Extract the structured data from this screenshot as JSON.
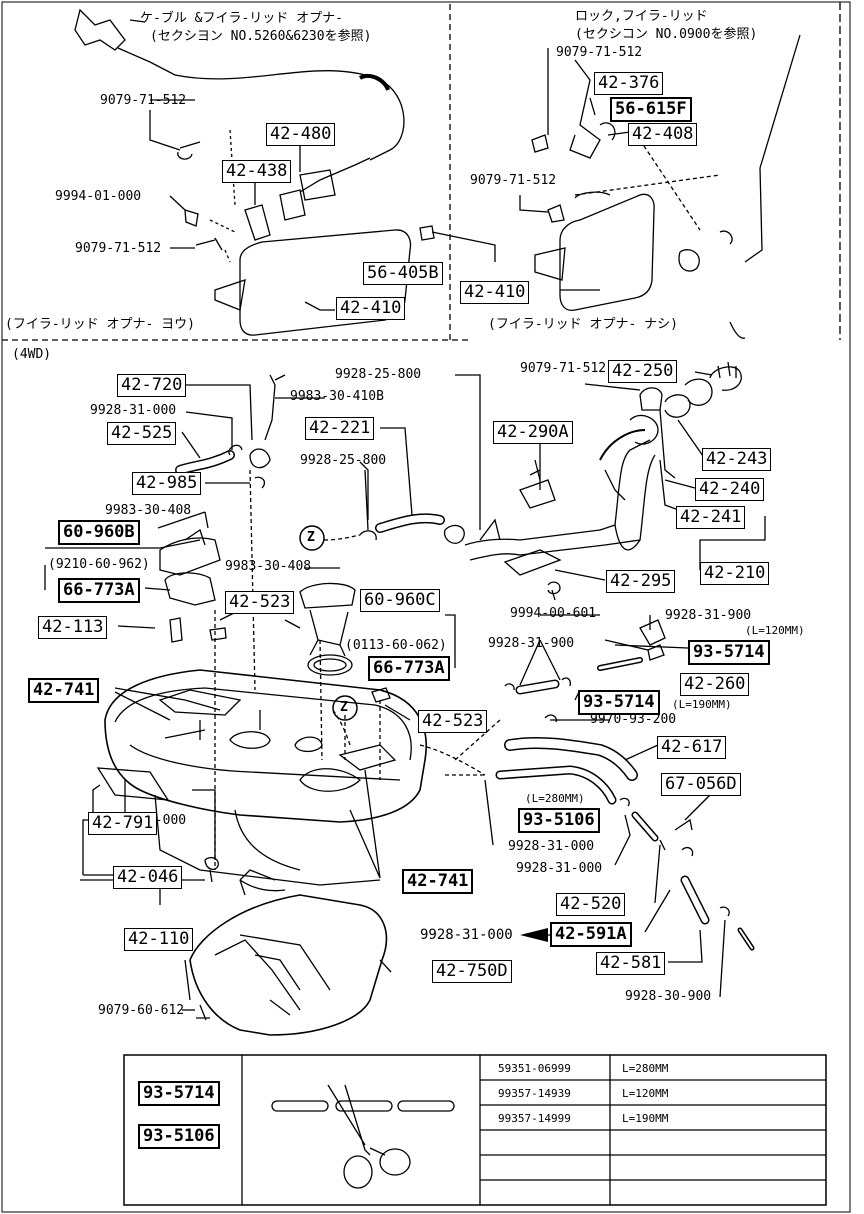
{
  "top_left": {
    "note_line1": "ケ-ブル &フイラ-リッド オプナ-",
    "note_line2": "(セクシヨン NO.5260&6230を参照)",
    "caption": "(フイラ-リッド オプナ- ヨウ)",
    "labels": [
      "9079-71-512",
      "9994-01-000",
      "9079-71-512"
    ],
    "boxes": [
      "42-480",
      "42-438",
      "56-405B",
      "42-410"
    ]
  },
  "top_right": {
    "note_line1": "ロック,フイラ-リッド",
    "note_line2": "(セクシコン NO.0900を参照)",
    "caption": "(フイラ-リッド オプナ- ナシ)",
    "labels": [
      "9079-71-512",
      "9079-71-512"
    ],
    "boxes": [
      "42-376",
      "56-615F",
      "42-408",
      "42-410"
    ]
  },
  "section_4wd": "(4WD)",
  "main": {
    "labels": {
      "l_9928_25_800_a": "9928-25-800",
      "l_9079_71_512": "9079-71-512",
      "l_9928_31_000_a": "9928-31-000",
      "l_9983_30_410b": "9983-30-410B",
      "l_9928_25_800_b": "9928-25-800",
      "l_9983_30_408_a": "9983-30-408",
      "l_9210_60_962": "(9210-60-962)",
      "l_9983_30_408_b": "9983-30-408",
      "l_9994_00_601": "9994-00-601",
      "l_9928_31_900_a": "9928-31-900",
      "l_len120": "(L=120MM)",
      "l_9928_31_900_b": "9928-31-900",
      "l_0113_60_062": "(0113-60-062)",
      "l_len190": "(L=190MM)",
      "l_9970_93_200": "9970-93-200",
      "l_len280": "(L=280MM)",
      "l_9956_41_000": "9956-41-000",
      "l_9928_31_000_b": "9928-31-000",
      "l_9928_31_000_c": "9928-31-000",
      "l_9928_31_000_d": "9928-31-000",
      "l_9928_30_900": "9928-30-900",
      "l_9079_60_612": "9079-60-612",
      "z_mark": "Z"
    },
    "boxes": {
      "b_42_720": "42-720",
      "b_42_525": "42-525",
      "b_42_985": "42-985",
      "b_42_221": "42-221",
      "b_42_250": "42-250",
      "b_42_290a": "42-290A",
      "b_42_243": "42-243",
      "b_42_240": "42-240",
      "b_42_241": "42-241",
      "b_42_210": "42-210",
      "b_60_960b": "60-960B",
      "b_66_773a_l": "66-773A",
      "b_42_295": "42-295",
      "b_42_113": "42-113",
      "b_42_523_a": "42-523",
      "b_60_960c": "60-960C",
      "b_66_773a_r": "66-773A",
      "b_93_5714_a": "93-5714",
      "b_42_260": "42-260",
      "b_42_741_a": "42-741",
      "b_42_523_b": "42-523",
      "b_93_5714_b": "93-5714",
      "b_42_617": "42-617",
      "b_67_056d": "67-056D",
      "b_42_791": "42-791",
      "b_93_5106": "93-5106",
      "b_42_046": "42-046",
      "b_42_741_b": "42-741",
      "b_42_520": "42-520",
      "b_42_110": "42-110",
      "b_42_591a": "42-591A",
      "l_9928_31_000_e": "9928-31-000",
      "b_42_581": "42-581",
      "b_42_750d": "42-750D"
    }
  },
  "table": {
    "boxes": [
      "93-5714",
      "93-5106"
    ],
    "rows": [
      {
        "part": "59351-06999",
        "len": "L=280MM"
      },
      {
        "part": "99357-14939",
        "len": "L=120MM"
      },
      {
        "part": "99357-14999",
        "len": "L=190MM"
      }
    ]
  }
}
